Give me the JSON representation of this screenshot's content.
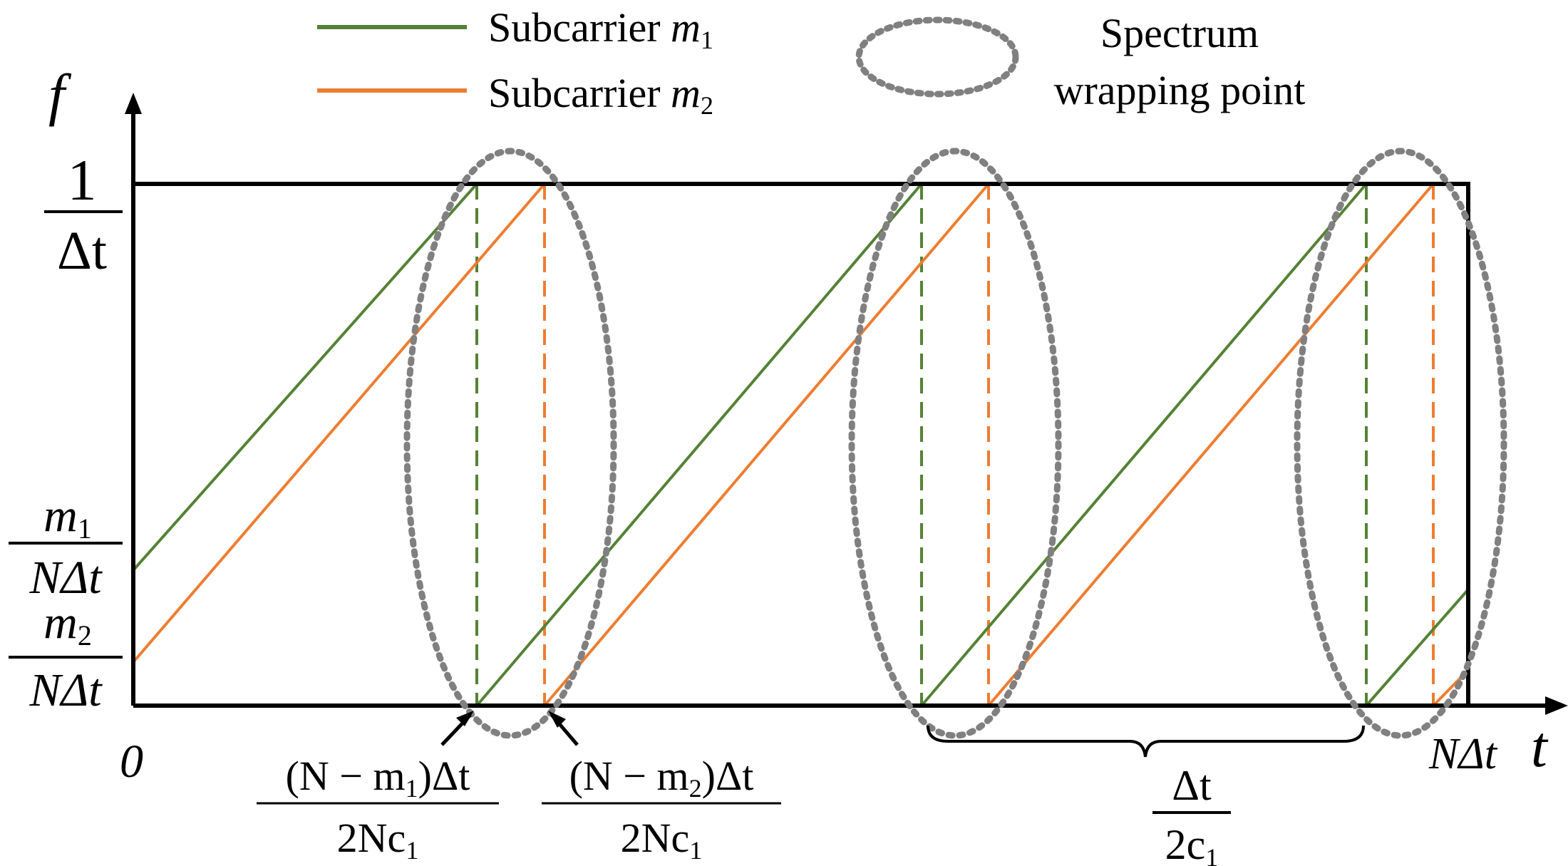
{
  "legend": {
    "items": [
      {
        "label": "Subcarrier ",
        "var": "m",
        "sub": "1",
        "color": "#548235"
      },
      {
        "label": "Subcarrier ",
        "var": "m",
        "sub": "2",
        "color": "#ED7D31"
      }
    ],
    "wrap_line1": "Spectrum",
    "wrap_line2": "wrapping point",
    "wrap_color": "#808080"
  },
  "axes": {
    "y_label": "f",
    "x_label": "t",
    "origin": "0",
    "x_end_label": "NΔt"
  },
  "y_ticks": {
    "top": {
      "num": "1",
      "den": "Δt"
    },
    "m1": {
      "num_var": "m",
      "num_sub": "1",
      "den": "NΔt"
    },
    "m2": {
      "num_var": "m",
      "num_sub": "2",
      "den": "NΔt"
    }
  },
  "x_annotations": {
    "a1": {
      "num_pre": "(N − m",
      "num_sub": "1",
      "num_post": ")Δt",
      "den_pre": "2Nc",
      "den_sub": "1"
    },
    "a2": {
      "num_pre": "(N − m",
      "num_sub": "2",
      "num_post": ")Δt",
      "den_pre": "2Nc",
      "den_sub": "1"
    },
    "period": {
      "num": "Δt",
      "den_pre": "2c",
      "den_sub": "1"
    }
  },
  "colors": {
    "m1": "#548235",
    "m2": "#ED7D31",
    "axis": "#000000",
    "ellipse": "#808080"
  }
}
